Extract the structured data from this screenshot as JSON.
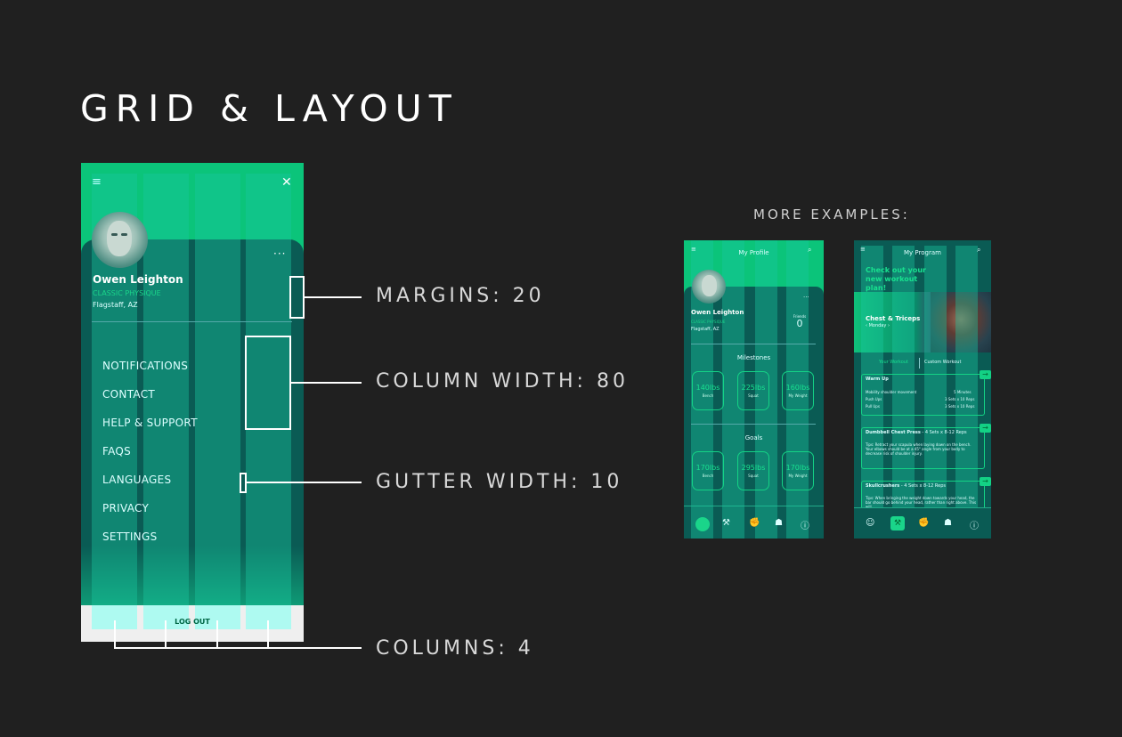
{
  "title": "GRID & LAYOUT",
  "annotations": {
    "margins": "MARGINS: 20",
    "column_width": "COLUMN WIDTH: 80",
    "gutter_width": "GUTTER WIDTH: 10",
    "columns": "COLUMNS: 4"
  },
  "more_examples": "MORE EXAMPLES:",
  "main_phone": {
    "menu_icon": "≡",
    "close_icon": "✕",
    "more_icon": "···",
    "user_name": "Owen Leighton",
    "user_tag": "CLASSIC PHYSIQUE",
    "location": "Flagstaff, AZ",
    "menu": [
      "NOTIFICATIONS",
      "CONTACT",
      "HELP & SUPPORT",
      "FAQS",
      "LANGUAGES",
      "PRIVACY",
      "SETTINGS"
    ],
    "logout": "LOG OUT"
  },
  "profile_phone": {
    "header": "My Profile",
    "user_name": "Owen Leighton",
    "user_tag": "CLASSIC PHYSIQUE",
    "location": "Flagstaff, AZ",
    "friends_label": "Friends",
    "friends_count": "0",
    "milestones_title": "Milestones",
    "milestones": [
      {
        "value": "140lbs",
        "label": "Bench"
      },
      {
        "value": "225lbs",
        "label": "Squat"
      },
      {
        "value": "160lbs",
        "label": "My Weight"
      }
    ],
    "goals_title": "Goals",
    "goals": [
      {
        "value": "170lbs",
        "label": "Bench"
      },
      {
        "value": "295lbs",
        "label": "Squat"
      },
      {
        "value": "170lbs",
        "label": "My Weight"
      }
    ]
  },
  "program_phone": {
    "header": "My Program",
    "promo": "Check out your new workout plan!",
    "workout_title": "Chest & Triceps",
    "workout_day": "Monday",
    "tabs": [
      "Your Workout",
      "Custom Workout"
    ],
    "warmup_title": "Warm Up",
    "warmup_rows": [
      {
        "name": "Mobility shoulder movement",
        "value": "5 Minutes"
      },
      {
        "name": "Push Ups",
        "value": "3 Sets x 10 Reps"
      },
      {
        "name": "Pull Ups",
        "value": "3 Sets x 10 Reps"
      }
    ],
    "ex1_title": "Dumbbell Chest Press",
    "ex1_sets": " - 4 Sets x 8-12 Reps",
    "ex1_tips": "Tips: Retract your scapula when laying down on the bench. Your elbows should be at a 45° angle from your body to decrease risk of shoulder injury.",
    "ex2_title": "Skullcrushers",
    "ex2_sets": " - 4 Sets x 8-12 Reps",
    "ex2_tips": "Tips: When bringing the weight down towards your head, the bar should go behind your head, rather than right above. This will"
  }
}
